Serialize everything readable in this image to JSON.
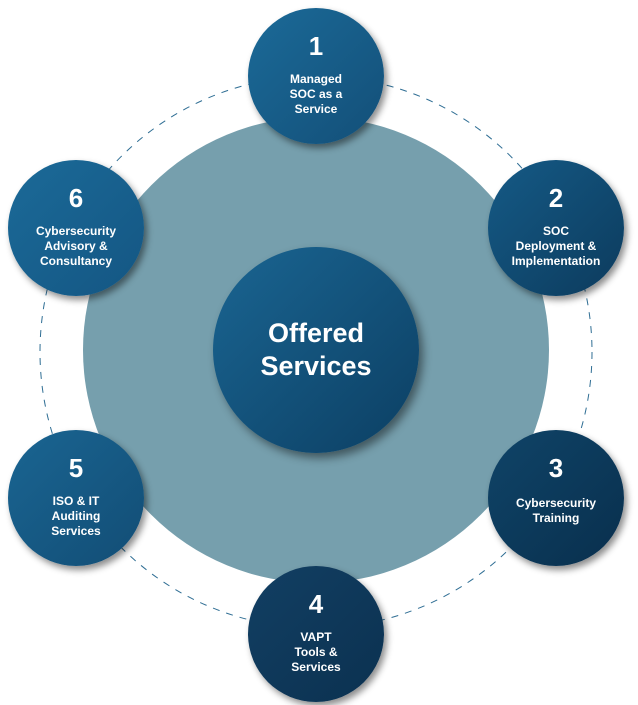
{
  "colors": {
    "background_disc": "#769fad",
    "dashed_ring": "#2f6e94",
    "node_light": "#1a6592",
    "node_dark": "#0c3a5c",
    "text": "#ffffff"
  },
  "center": {
    "title": "Offered\nServices"
  },
  "services": [
    {
      "number": "1",
      "label": "Managed\nSOC as a\nService"
    },
    {
      "number": "2",
      "label": "SOC\nDeployment &\nImplementation"
    },
    {
      "number": "3",
      "label": "Cybersecurity\nTraining"
    },
    {
      "number": "4",
      "label": "VAPT\nTools &\nServices"
    },
    {
      "number": "5",
      "label": "ISO & IT\nAuditing\nServices"
    },
    {
      "number": "6",
      "label": "Cybersecurity\nAdvisory &\nConsultancy"
    }
  ]
}
